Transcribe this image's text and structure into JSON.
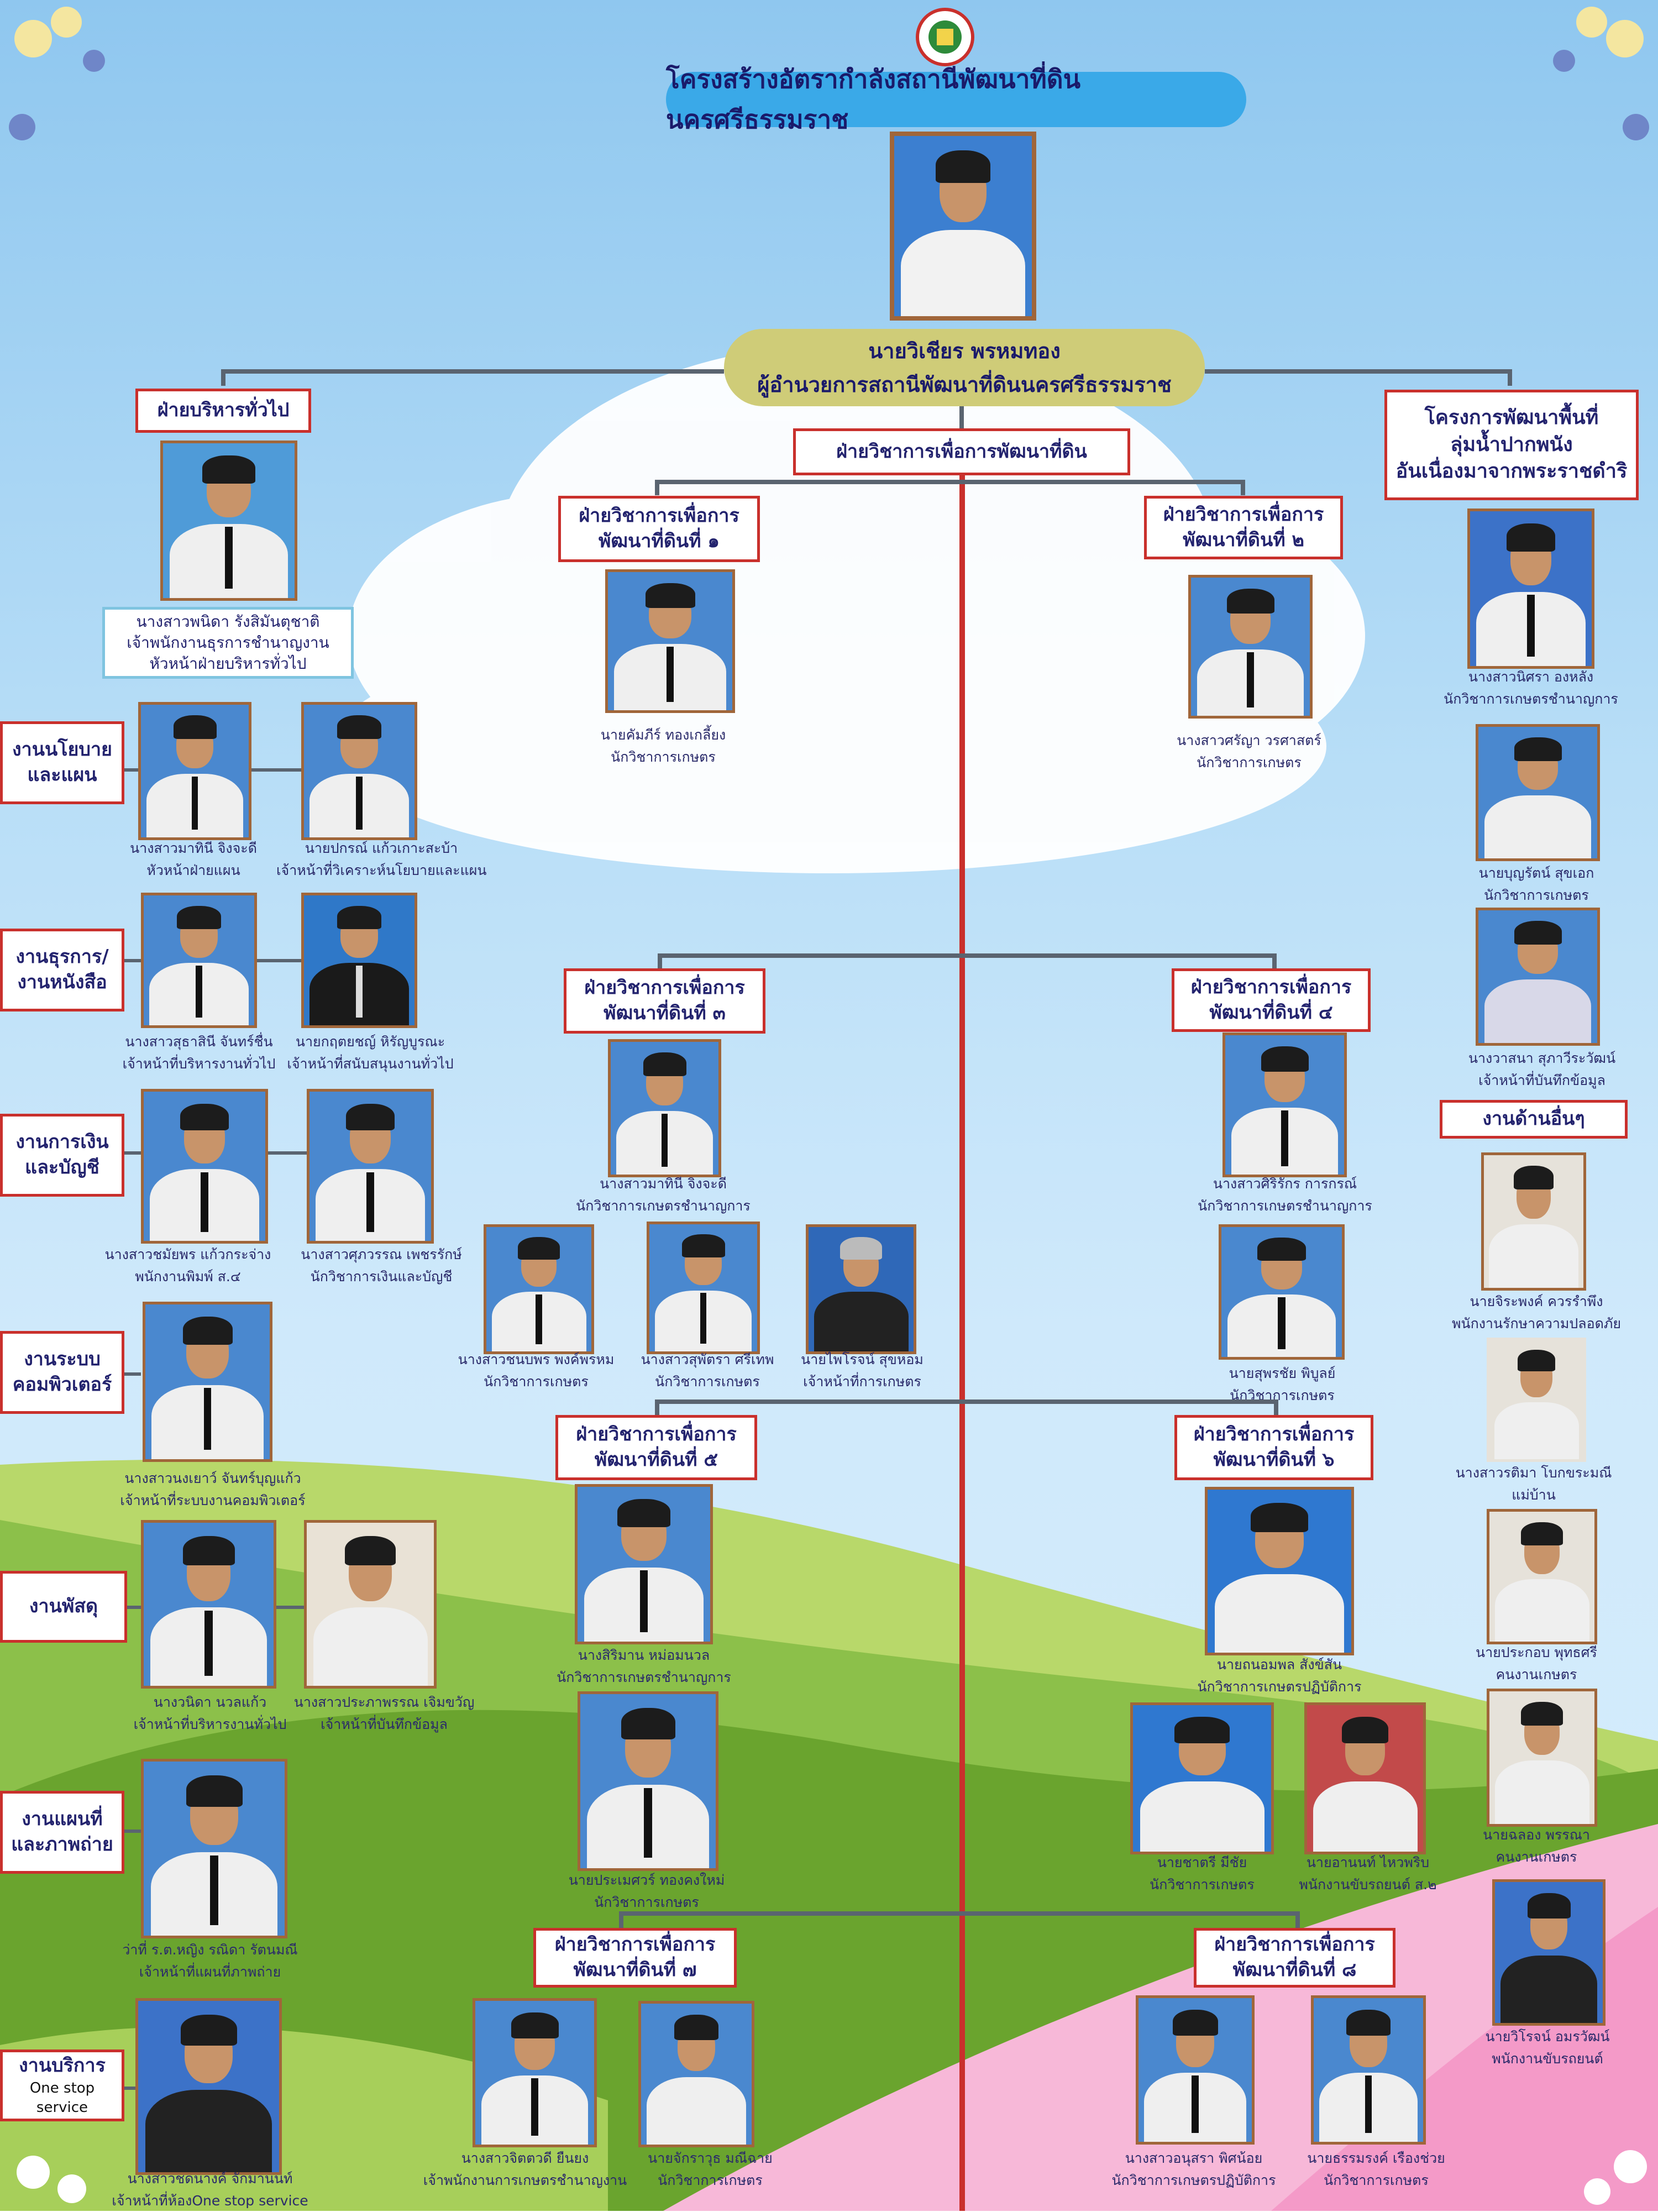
{
  "title": "โครงสร้างอัตรากำลังสถานีพัฒนาที่ดินนครศรีธรรมราช",
  "director": {
    "name": "นายวิเชียร  พรหมทอง",
    "role": "ผู้อำนวยการสถานีพัฒนาที่ดินนครศรีธรรมราช"
  },
  "general_admin": {
    "label": "ฝ่ายบริหารทั่วไป",
    "head": {
      "name": "นางสาวพนิดา  รังสิมันตุชาติ",
      "role1": "เจ้าพนักงานธุรการชำนาญงาน",
      "role2": "หัวหน้าฝ่ายบริหารทั่วไป"
    },
    "units": [
      {
        "label": "งานนโยบาย\nและแผน",
        "people": [
          {
            "name": "นางสาวมาทินี  จิงจะดี",
            "role": "หัวหน้าฝ่ายแผน"
          },
          {
            "name": "นายปกรณ์  แก้วเกาะสะบ้า",
            "role": "เจ้าหน้าที่วิเคราะห์นโยบายและแผน"
          }
        ]
      },
      {
        "label": "งานธุรการ/\nงานหนังสือ",
        "people": [
          {
            "name": "นางสาวสุธาสินี  จันทร์ชื่น",
            "role": "เจ้าหน้าที่บริหารงานทั่วไป"
          },
          {
            "name": "นายกฤตยชญ์  หิรัญบูรณะ",
            "role": "เจ้าหน้าที่สนับสนุนงานทั่วไป"
          }
        ]
      },
      {
        "label": "งานการเงิน\nและบัญชี",
        "people": [
          {
            "name": "นางสาวชมัยพร  แก้วกระจ่าง",
            "role": "พนักงานพิมพ์ ส.๔"
          },
          {
            "name": "นางสาวศุภวรรณ  เพชรรักษ์",
            "role": "นักวิชาการเงินและบัญชี"
          }
        ]
      },
      {
        "label": "งานระบบ\nคอมพิวเตอร์",
        "people": [
          {
            "name": "นางสาวนงเยาว์  จันทร์บุญแก้ว",
            "role": "เจ้าหน้าที่ระบบงานคอมพิวเตอร์"
          }
        ]
      },
      {
        "label": "งานพัสดุ",
        "people": [
          {
            "name": "นางวนิดา  นวลแก้ว",
            "role": "เจ้าหน้าที่บริหารงานทั่วไป"
          },
          {
            "name": "นางสาวประภาพรรณ  เจิมขวัญ",
            "role": "เจ้าหน้าที่บันทึกข้อมูล"
          }
        ]
      },
      {
        "label": "งานแผนที่\nและภาพถ่าย",
        "people": [
          {
            "name": "ว่าที่ ร.ต.หญิง รณิดา  รัตนมณี",
            "role": "เจ้าหน้าที่แผนที่ภาพถ่าย"
          }
        ]
      },
      {
        "label": "งานบริการ",
        "sublabel": "One stop service",
        "people": [
          {
            "name": "นางสาวชดนางค์  จักมานนท์",
            "role": "เจ้าหน้าที่ห้องOne stop service"
          }
        ]
      }
    ]
  },
  "technical": {
    "label": "ฝ่ายวิชาการเพื่อการพัฒนาที่ดิน",
    "groups": [
      {
        "label": "ฝ่ายวิชาการเพื่อการ\nพัฒนาที่ดินที่ ๑",
        "people": [
          {
            "name": "นายคัมภีร์  ทองเกลี้ยง",
            "role": "นักวิชาการเกษตร"
          }
        ]
      },
      {
        "label": "ฝ่ายวิชาการเพื่อการ\nพัฒนาที่ดินที่ ๒",
        "people": [
          {
            "name": "นางสาวศรัญา  วรศาสตร์",
            "role": "นักวิชาการเกษตร"
          }
        ]
      },
      {
        "label": "ฝ่ายวิชาการเพื่อการ\nพัฒนาที่ดินที่ ๓",
        "people": [
          {
            "name": "นางสาวมาทินี  จิงจะดี",
            "role": "นักวิชาการเกษตรชำนาญการ"
          },
          {
            "name": "นางสาวชนบพร  พงค์พรหม",
            "role": "นักวิชาการเกษตร"
          },
          {
            "name": "นางสาวสุพัตรา  ศรีเทพ",
            "role": "นักวิชาการเกษตร"
          },
          {
            "name": "นายไพโรจน์  สุขหอม",
            "role": "เจ้าหน้าที่การเกษตร"
          }
        ]
      },
      {
        "label": "ฝ่ายวิชาการเพื่อการ\nพัฒนาที่ดินที่ ๔",
        "people": [
          {
            "name": "นางสาวศิริรักร  การกรณ์",
            "role": "นักวิชาการเกษตรชำนาญการ"
          },
          {
            "name": "นายสุพรชัย  พิบูลย์",
            "role": "นักวิชาการเกษตร"
          }
        ]
      },
      {
        "label": "ฝ่ายวิชาการเพื่อการ\nพัฒนาที่ดินที่ ๕",
        "people": [
          {
            "name": "นางสิริมาน  หม่อมนวล",
            "role": "นักวิชาการเกษตรชำนาญการ"
          },
          {
            "name": "นายประเมศวร์  ทองคงใหม่",
            "role": "นักวิชาการเกษตร"
          }
        ]
      },
      {
        "label": "ฝ่ายวิชาการเพื่อการ\nพัฒนาที่ดินที่ ๖",
        "people": [
          {
            "name": "นายถนอมพล  สังข์สัน",
            "role": "นักวิชาการเกษตรปฏิบัติการ"
          },
          {
            "name": "นายชาตรี  มีชัย",
            "role": "นักวิชาการเกษตร"
          },
          {
            "name": "นายอานนท์  ไหวพริบ",
            "role": "พนักงานขับรถยนต์ ส.๒"
          }
        ]
      },
      {
        "label": "ฝ่ายวิชาการเพื่อการ\nพัฒนาที่ดินที่ ๗",
        "people": [
          {
            "name": "นางสาวจิตตวดี  ยืนยง",
            "role": "เจ้าพนักงานการเกษตรชำนาญงาน"
          },
          {
            "name": "นายจักราวุธ  มณีฉาย",
            "role": "นักวิชาการเกษตร"
          }
        ]
      },
      {
        "label": "ฝ่ายวิชาการเพื่อการ\nพัฒนาที่ดินที่ ๘",
        "people": [
          {
            "name": "นางสาวอนุสรา  พิศน้อย",
            "role": "นักวิชาการเกษตรปฏิบัติการ"
          },
          {
            "name": "นายธรรมรงค์  เรืองช่วย",
            "role": "นักวิชาการเกษตร"
          }
        ]
      }
    ]
  },
  "royal_project": {
    "label": "โครงการพัฒนาพื้นที่\nลุ่มน้ำปากพนัง\nอันเนื่องมาจากพระราชดำริ",
    "people": [
      {
        "name": "นางสาวนิศรา  องหลัง",
        "role": "นักวิชาการเกษตรชำนาญการ"
      },
      {
        "name": "นายบุญรัตน์  สุขเอก",
        "role": "นักวิชาการเกษตร"
      },
      {
        "name": "นางวาสนา  สุภาวีระวัฒน์",
        "role": "เจ้าหน้าที่บันทึกข้อมูล"
      }
    ],
    "other_label": "งานด้านอื่นๆ",
    "other_people": [
      {
        "name": "นายจิระพงค์  ควรรำพึง",
        "role": "พนักงานรักษาความปลอดภัย"
      },
      {
        "name": "นางสาวรติมา  โบกขระมณี",
        "role": "แม่บ้าน"
      },
      {
        "name": "นายประกอบ  พุทธศรี",
        "role": "คนงานเกษตร"
      },
      {
        "name": "นายฉลอง  พรรณา",
        "role": "คนงานเกษตร"
      },
      {
        "name": "นายวิโรจน์  อมรวัฒน์",
        "role": "พนักงานขับรถยนต์"
      }
    ]
  }
}
